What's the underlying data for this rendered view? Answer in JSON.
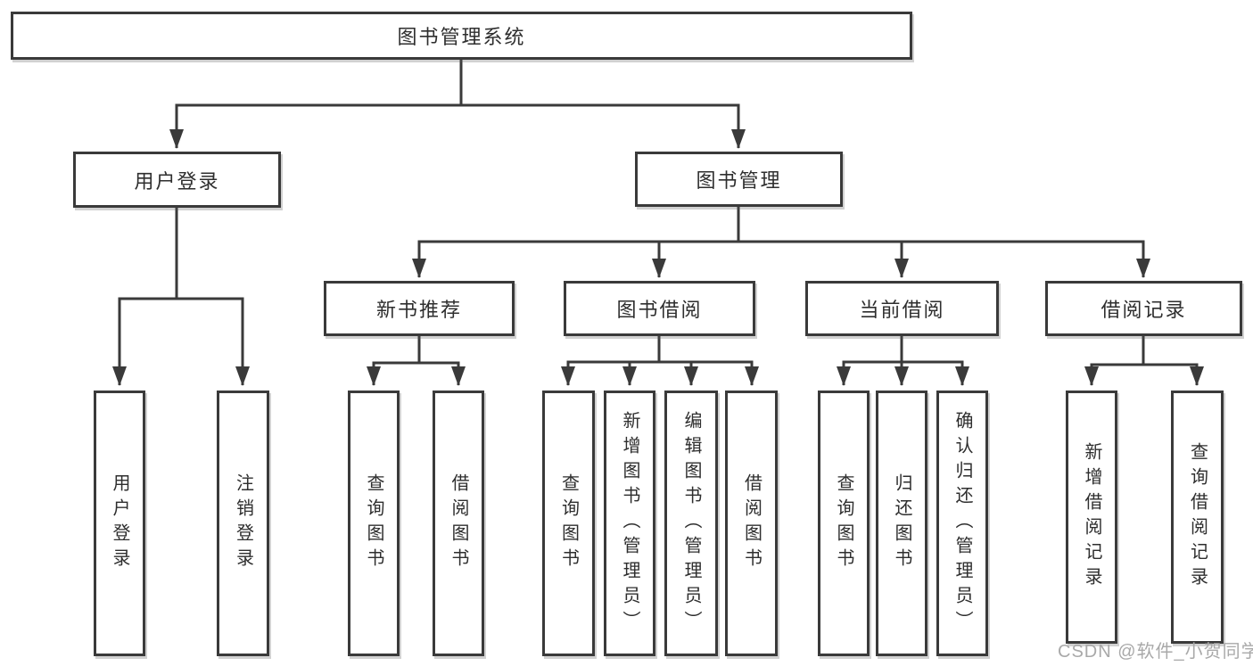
{
  "diagram": {
    "type": "hierarchy-tree",
    "orientation": "top-down"
  },
  "colors": {
    "line": "#3a3a3a",
    "box_border": "#3a3a3a",
    "box_fill": "#ffffff",
    "text": "#2e2e2e",
    "watermark": "#a9a9a9",
    "background": "#ffffff"
  },
  "tree": {
    "root": "图书管理系统",
    "children": [
      {
        "label": "用户登录",
        "children": [
          "用户登录",
          "注销登录"
        ]
      },
      {
        "label": "图书管理",
        "children": [
          {
            "label": "新书推荐",
            "children": [
              "查询图书",
              "借阅图书"
            ]
          },
          {
            "label": "图书借阅",
            "children": [
              "查询图书",
              "新增图书（管理员）",
              "编辑图书（管理员）",
              "借阅图书"
            ]
          },
          {
            "label": "当前借阅",
            "children": [
              "查询图书",
              "归还图书",
              "确认归还（管理员）"
            ]
          },
          {
            "label": "借阅记录",
            "children": [
              "新增借阅记录",
              "查询借阅记录"
            ]
          }
        ]
      }
    ]
  },
  "watermark": "CSDN @软件_小贺同学"
}
